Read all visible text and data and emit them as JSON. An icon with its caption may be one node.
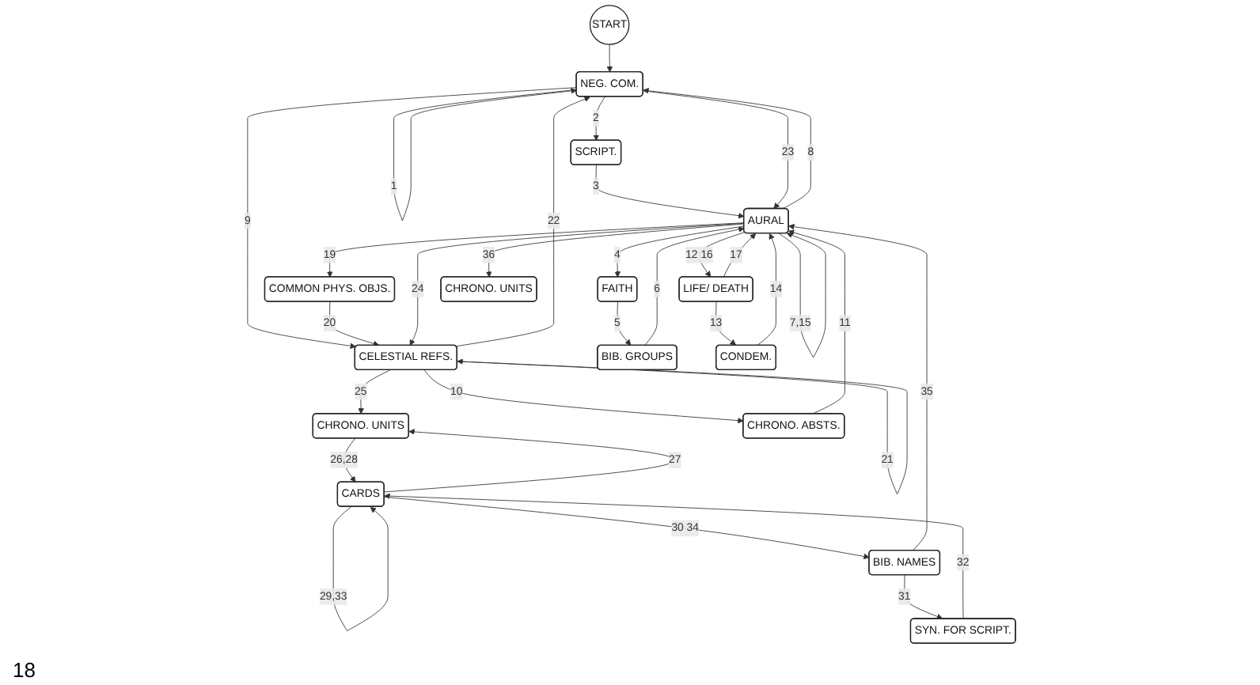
{
  "diagram": {
    "nodes": [
      {
        "text": [
          "START"
        ]
      },
      {
        "text": [
          "NEG. COM."
        ]
      },
      {
        "text": [
          "CELESTIAL REFS."
        ]
      },
      {
        "text": [
          "CHRONO. UNITS"
        ]
      },
      {
        "text": [
          "SCRIPT."
        ]
      },
      {
        "text": [
          "CHRONO. ABSTS."
        ]
      },
      {
        "text": [
          "COMMON PHYS. OBJS."
        ]
      },
      {
        "text": [
          "AURAL"
        ]
      },
      {
        "text": [
          "BIB. GROUPS"
        ]
      },
      {
        "text": [
          "CARDS"
        ]
      },
      {
        "text": [
          "FAITH"
        ]
      },
      {
        "text": [
          "CONDEM."
        ]
      },
      {
        "text": [
          "LIFE/ DEATH"
        ]
      },
      {
        "text": [
          "CHRONO. UNITS"
        ]
      },
      {
        "text": [
          "BIB. NAMES"
        ]
      },
      {
        "text": [
          "SYN. FOR SCRIPT."
        ]
      }
    ],
    "edges": [
      {
        "from": 0,
        "to": 1,
        "arrow": "to"
      },
      {
        "from": 1,
        "to": 1,
        "arrow": "to",
        "label": "1"
      },
      {
        "from": 1,
        "to": 4,
        "arrow": "to",
        "label": "2"
      },
      {
        "from": 4,
        "to": 7,
        "arrow": "to",
        "label": "3"
      },
      {
        "from": 7,
        "to": 10,
        "arrow": "to",
        "label": "4"
      },
      {
        "from": 10,
        "to": 8,
        "arrow": "to",
        "label": "5"
      },
      {
        "from": 8,
        "to": 7,
        "arrow": "to",
        "label": "6"
      },
      {
        "from": 7,
        "to": 7,
        "arrow": "to",
        "label": "7,15"
      },
      {
        "from": 7,
        "to": 1,
        "arrow": "to",
        "label": "8"
      },
      {
        "from": 1,
        "to": 2,
        "arrow": "to",
        "label": "9"
      },
      {
        "from": 2,
        "to": 5,
        "arrow": "to",
        "label": "10"
      },
      {
        "from": 5,
        "to": 7,
        "arrow": "to",
        "label": "11"
      },
      {
        "from": 7,
        "to": 12,
        "arrow": "to",
        "label": "12 16"
      },
      {
        "from": 12,
        "to": 11,
        "arrow": "to",
        "label": "13"
      },
      {
        "from": 11,
        "to": 7,
        "arrow": "to",
        "label": "14"
      },
      {
        "from": 12,
        "to": 7,
        "arrow": "to",
        "label": "17"
      },
      {
        "from": 7,
        "to": 6,
        "arrow": "to",
        "label": "19"
      },
      {
        "from": 6,
        "to": 2,
        "arrow": "to",
        "label": "20"
      },
      {
        "from": 2,
        "to": 2,
        "arrow": "to",
        "label": "21"
      },
      {
        "from": 2,
        "to": 1,
        "arrow": "to",
        "label": "22"
      },
      {
        "from": 1,
        "to": 7,
        "arrow": "to",
        "label": "23"
      },
      {
        "from": 7,
        "to": 2,
        "arrow": "to",
        "label": "24"
      },
      {
        "from": 2,
        "to": 3,
        "arrow": "to",
        "label": "25"
      },
      {
        "from": 3,
        "to": 9,
        "arrow": "to",
        "label": "26,28"
      },
      {
        "from": 9,
        "to": 3,
        "arrow": "to",
        "label": "27"
      },
      {
        "from": 9,
        "to": 9,
        "arrow": "to",
        "label": "29,33"
      },
      {
        "from": 9,
        "to": 14,
        "arrow": "to",
        "label": "30 34"
      },
      {
        "from": 14,
        "to": 15,
        "arrow": "to",
        "label": "31"
      },
      {
        "from": 15,
        "to": 9,
        "arrow": "to",
        "label": "32"
      },
      {
        "from": 14,
        "to": 7,
        "arrow": "to",
        "label": "35"
      },
      {
        "from": 7,
        "to": 13,
        "arrow": "to",
        "label": "36"
      }
    ],
    "labels": [
      "18"
    ]
  }
}
